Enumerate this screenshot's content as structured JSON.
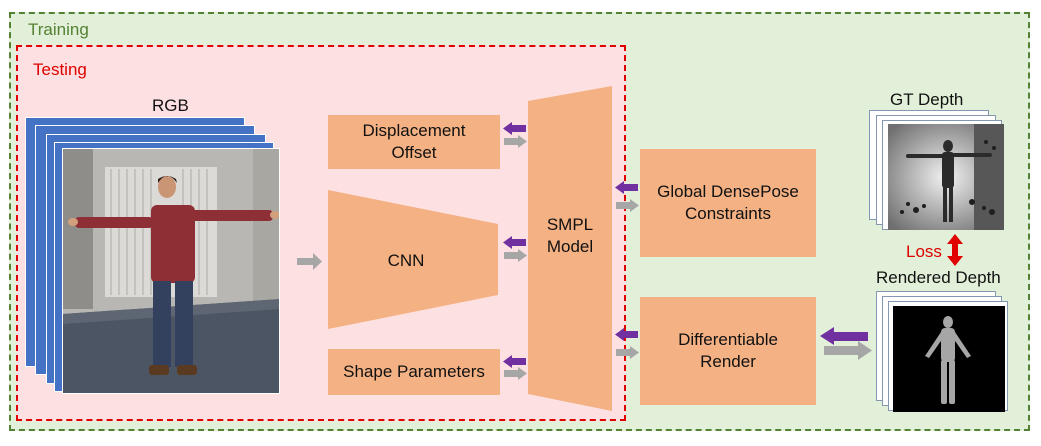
{
  "regions": {
    "training_label": "Training",
    "testing_label": "Testing"
  },
  "inputs": {
    "rgb_label": "RGB"
  },
  "blocks": {
    "displacement_offset": "Displacement\nOffset",
    "cnn": "CNN",
    "shape_parameters": "Shape Parameters",
    "smpl_model": "SMPL\nModel",
    "global_densepose": "Global DensePose\nConstraints",
    "differentiable_render": "Differentiable\nRender"
  },
  "outputs": {
    "gt_depth_label": "GT Depth",
    "rendered_depth_label": "Rendered Depth",
    "loss_label": "Loss"
  },
  "colors": {
    "training_fill": "#e2efd9",
    "testing_fill": "#fde0e1",
    "block_fill": "#f4b183",
    "rgb_stack": "#4472c4",
    "forward_arrow": "#a6a6a6",
    "backward_arrow": "#7030a0",
    "loss_arrow": "#e00000"
  }
}
